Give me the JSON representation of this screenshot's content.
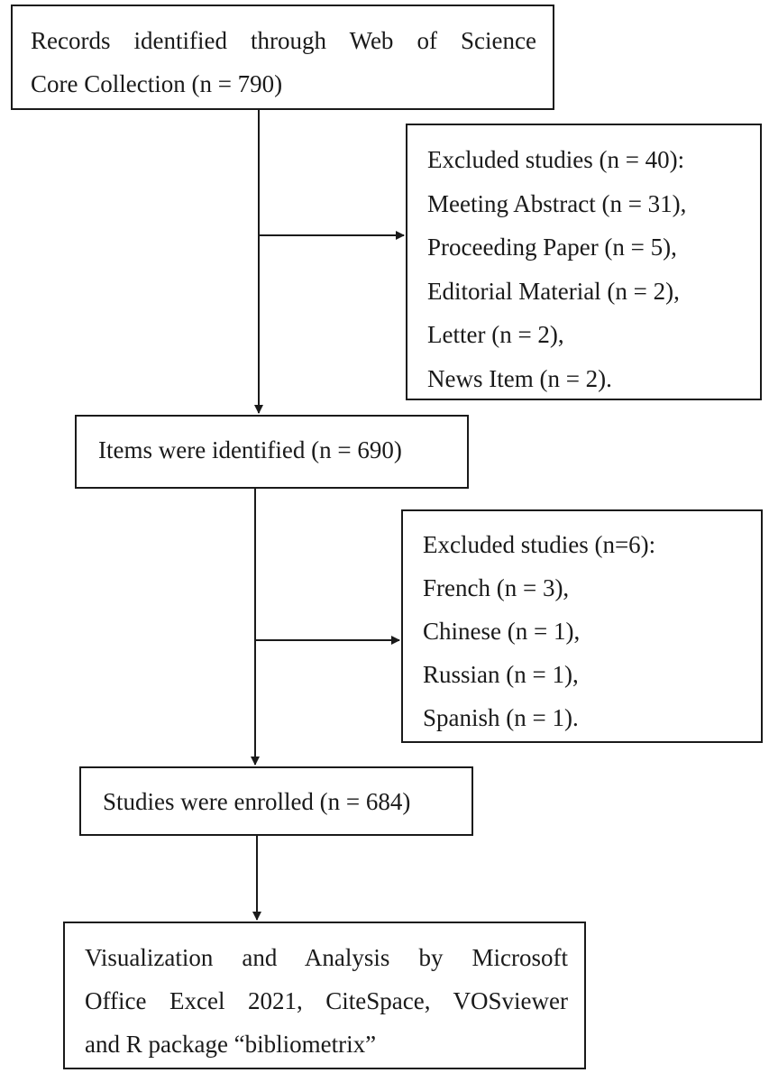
{
  "flowchart": {
    "records": {
      "lines": [
        "Records identified through Web of Science",
        "Core Collection (n = 790)"
      ]
    },
    "excluded_first": {
      "lines": [
        "Excluded studies (n = 40):",
        "Meeting Abstract (n = 31),",
        "Proceeding Paper (n = 5),",
        "Editorial Material (n = 2),",
        "Letter (n = 2),",
        "News Item (n = 2)."
      ]
    },
    "items": {
      "lines": [
        "Items were identified (n = 690)"
      ]
    },
    "excluded_second": {
      "lines": [
        "Excluded studies (n=6):",
        "French (n = 3),",
        "Chinese (n = 1),",
        "Russian (n = 1),",
        "Spanish (n = 1)."
      ]
    },
    "enrolled": {
      "lines": [
        "Studies were enrolled (n = 684)"
      ]
    },
    "visualization": {
      "lines": [
        "Visualization and Analysis by Microsoft",
        "Office Excel 2021, CiteSpace, VOSviewer",
        "and R package “bibliometrix”"
      ]
    }
  }
}
